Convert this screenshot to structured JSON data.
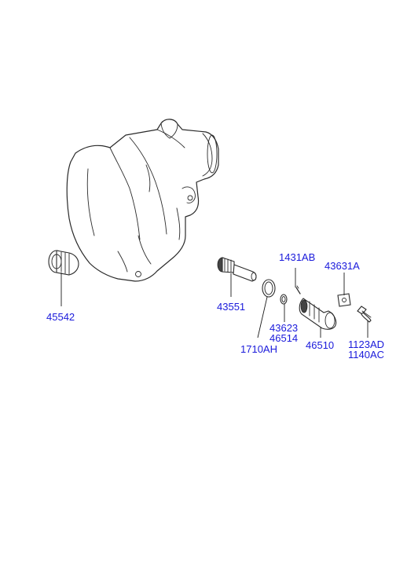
{
  "labels": {
    "p45542": "45542",
    "p43551": "43551",
    "p1710ah": "1710AH",
    "p1431ab": "1431AB",
    "p43623": "43623",
    "p46514": "46514",
    "p46510": "46510",
    "p43631a": "43631A",
    "p1123ad": "1123AD",
    "p1140ac": "1140AC"
  },
  "colors": {
    "label": "#1a1adb",
    "line": "#2a2a2a"
  }
}
